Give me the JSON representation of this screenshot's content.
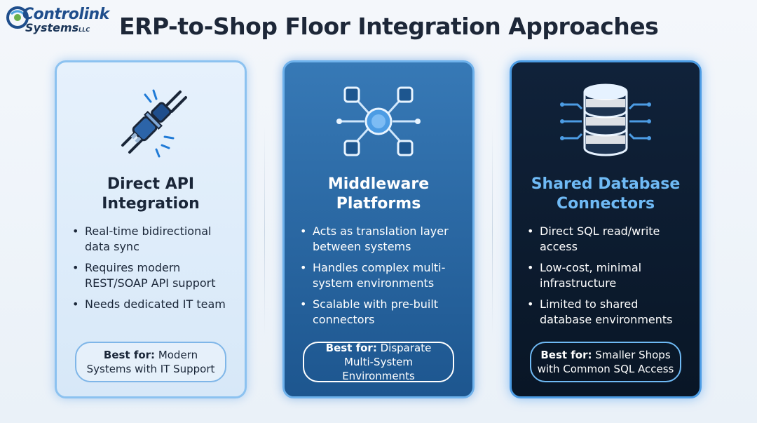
{
  "logo": {
    "wordmark": "Controlink",
    "sub": "Systems",
    "suffix": "LLC",
    "icon": "swirl-logo-icon"
  },
  "title": "ERP-to-Shop Floor Integration Approaches",
  "colors": {
    "accent": "#4c9ce4",
    "title": "#1d2738",
    "card1": "#e6f1fc",
    "card2": "#2a6aa6",
    "card3": "#0d1c30"
  },
  "cards": [
    {
      "icon": "plug-connector-icon",
      "title_line1": "Direct API",
      "title_line2": "Integration",
      "bullets": [
        "Real-time bidirectional data sync",
        "Requires modern REST/SOAP API support",
        "Needs dedicated IT team"
      ],
      "best_label": "Best for:",
      "best_text": " Modern Systems with IT Support"
    },
    {
      "icon": "network-hub-icon",
      "title_line1": "Middleware",
      "title_line2": "Platforms",
      "bullets": [
        "Acts as translation layer between systems",
        "Handles complex multi-system environments",
        "Scalable with pre-built connectors"
      ],
      "best_label": "Best for:",
      "best_text": " Disparate Multi-System Environments"
    },
    {
      "icon": "database-icon",
      "title_line1": "Shared Database",
      "title_line2": "Connectors",
      "bullets": [
        "Direct SQL read/write access",
        "Low-cost, minimal infrastructure",
        "Limited to shared database environments"
      ],
      "best_label": "Best for:",
      "best_text": " Smaller Shops with Common SQL Access"
    }
  ]
}
